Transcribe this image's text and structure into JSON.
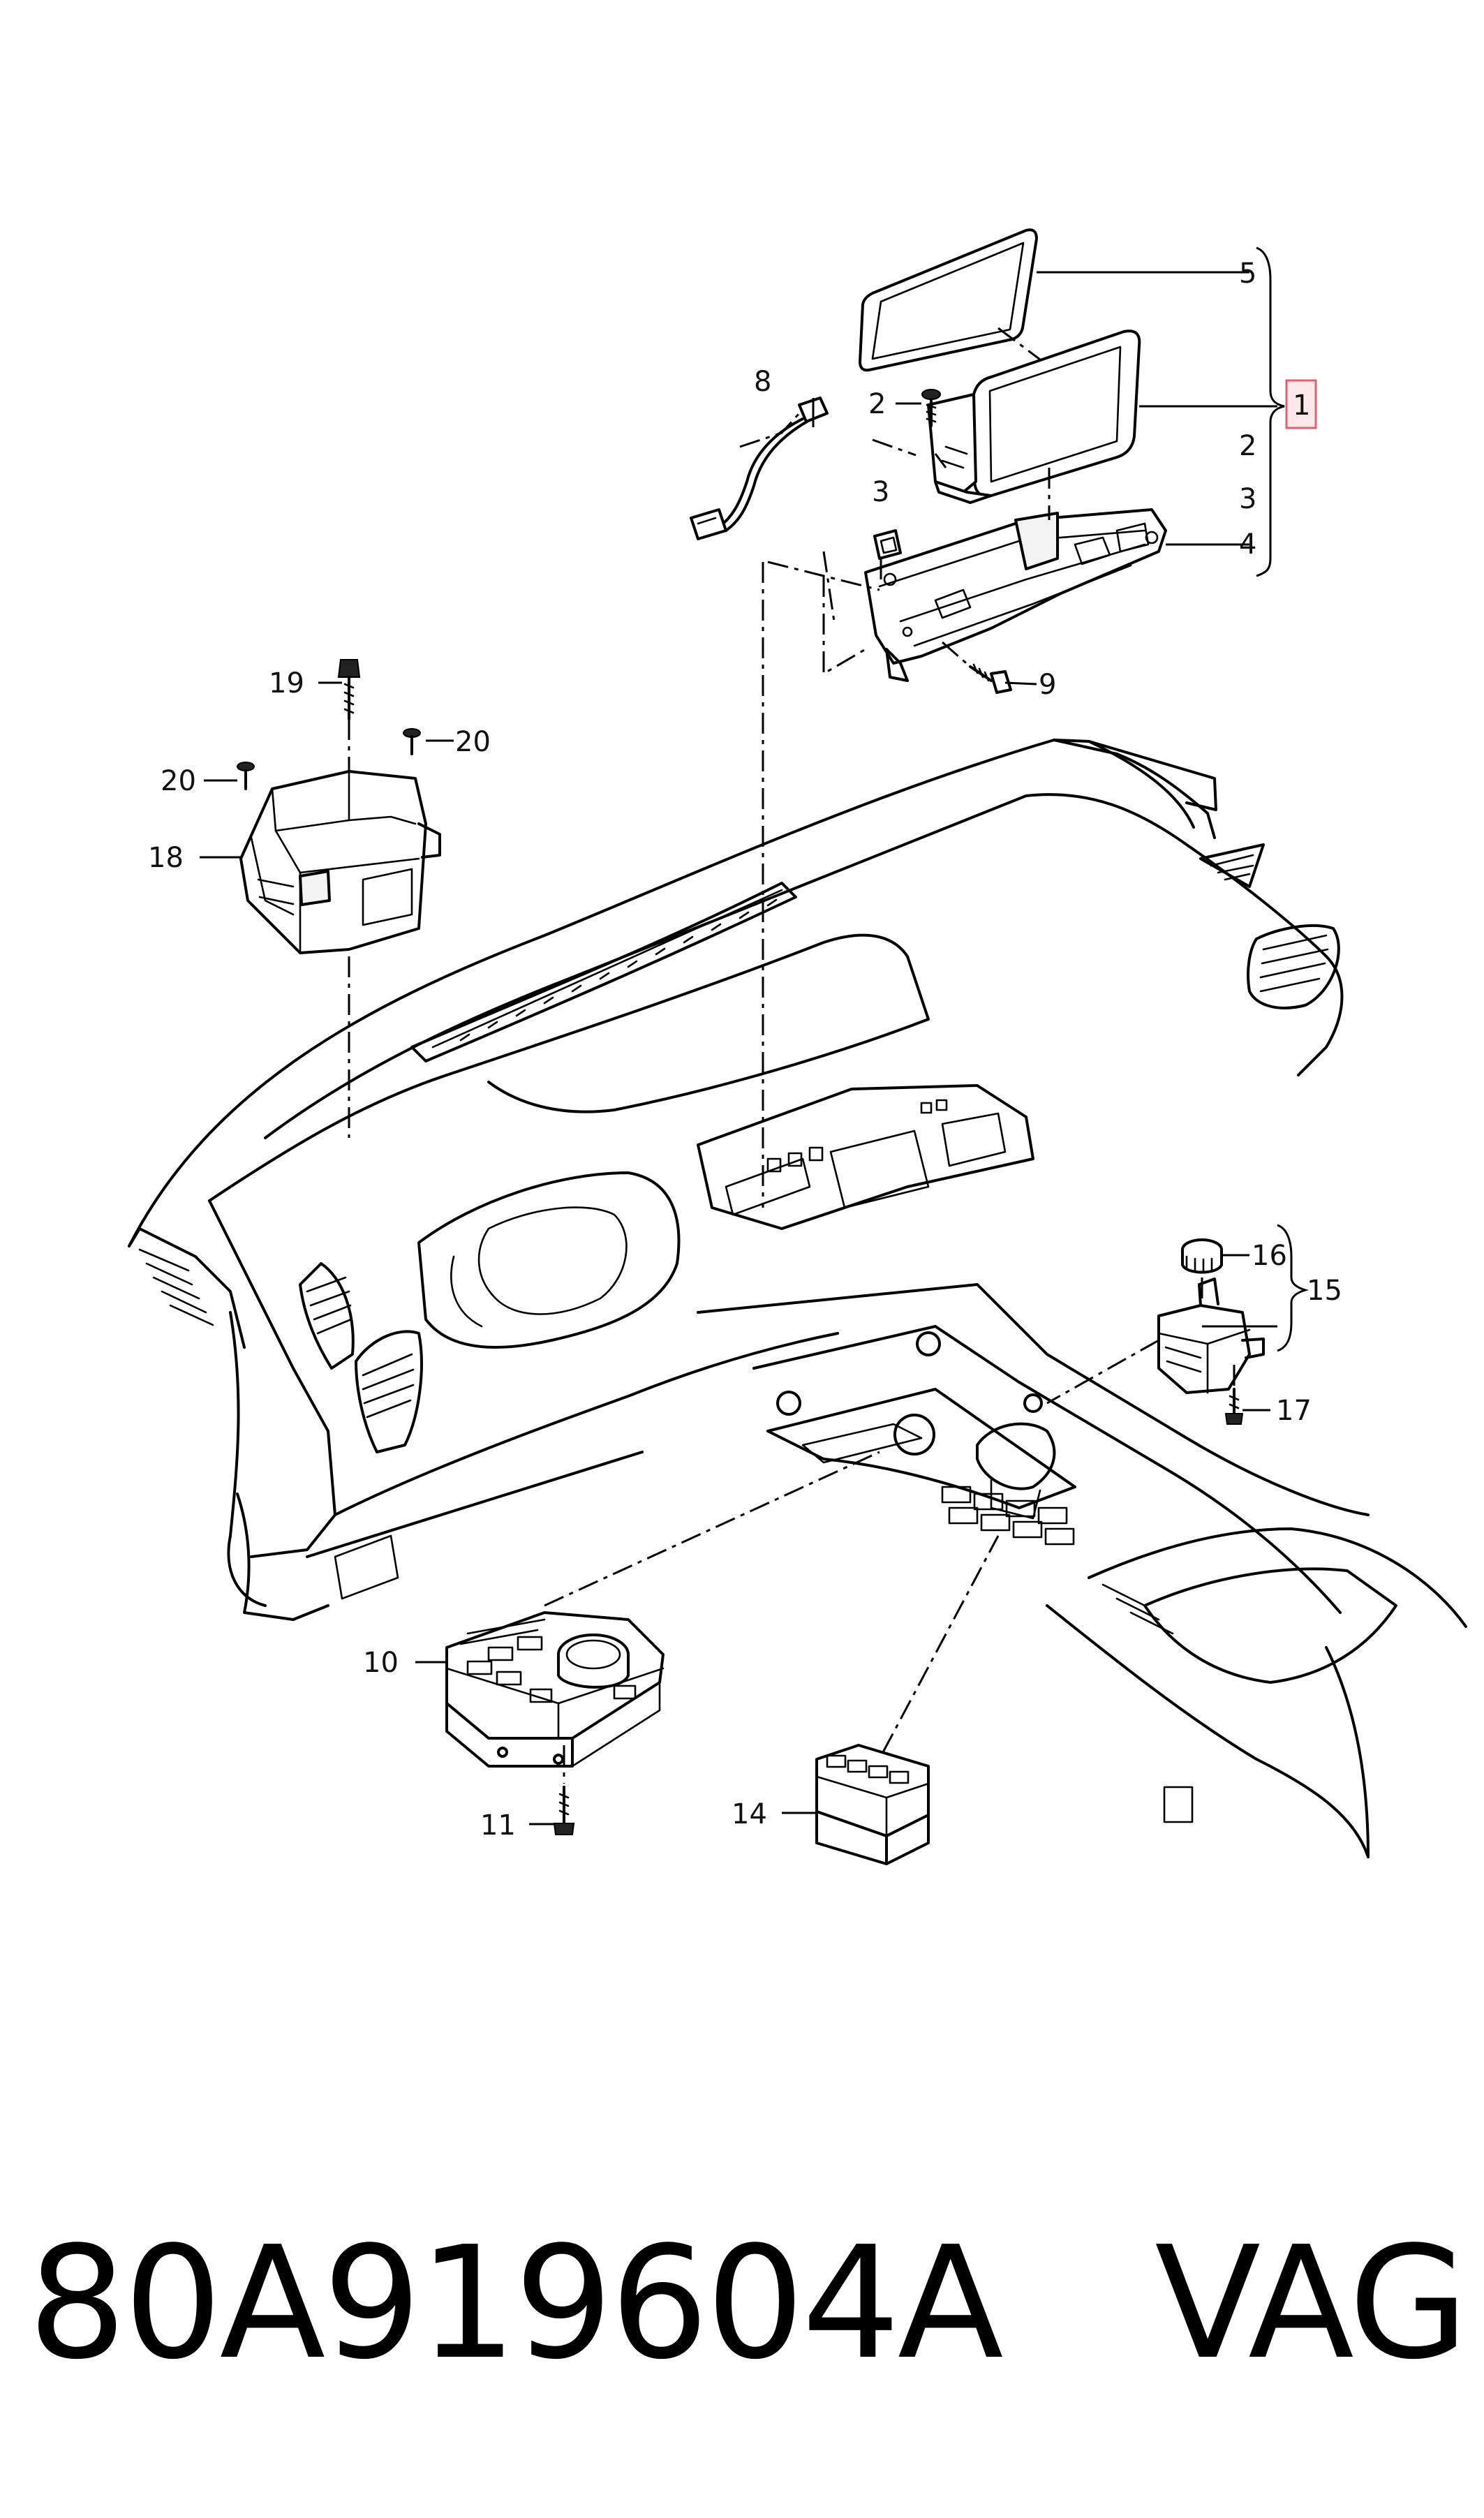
{
  "callouts": {
    "c1": "1",
    "c2a": "2",
    "c2b": "2",
    "c3a": "3",
    "c3b": "3",
    "c4": "4",
    "c5": "5",
    "c8": "8",
    "c9": "9",
    "c10": "10",
    "c11": "11",
    "c14": "14",
    "c15": "15",
    "c16": "16",
    "c17": "17",
    "c18": "18",
    "c19": "19",
    "c20a": "20",
    "c20b": "20"
  },
  "part_number": "80A919604A",
  "brand": "VAG",
  "colors": {
    "highlight_box": "#e06070",
    "highlight_fill": "#fde8ea",
    "line": "#000000"
  }
}
